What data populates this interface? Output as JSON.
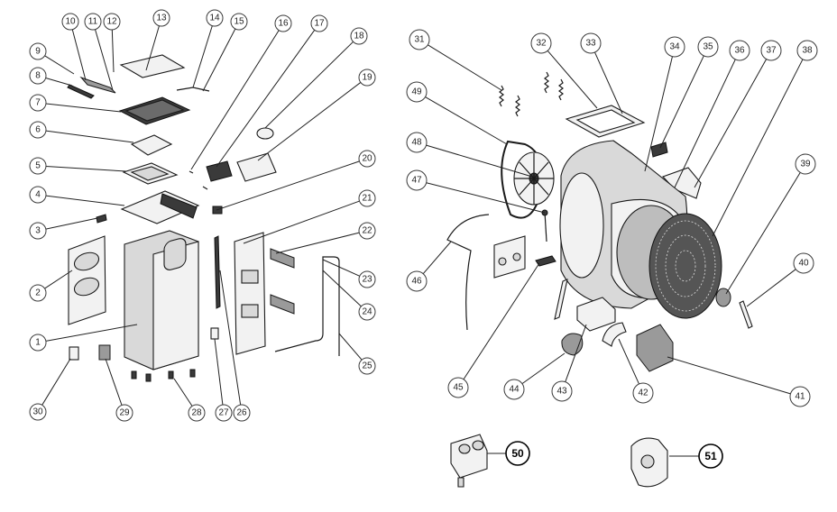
{
  "diagram": {
    "callouts": [
      {
        "id": "1",
        "label": "1"
      },
      {
        "id": "2",
        "label": "2"
      },
      {
        "id": "3",
        "label": "3"
      },
      {
        "id": "4",
        "label": "4"
      },
      {
        "id": "5",
        "label": "5"
      },
      {
        "id": "6",
        "label": "6"
      },
      {
        "id": "7",
        "label": "7"
      },
      {
        "id": "8",
        "label": "8"
      },
      {
        "id": "9",
        "label": "9"
      },
      {
        "id": "10",
        "label": "10"
      },
      {
        "id": "11",
        "label": "11"
      },
      {
        "id": "12",
        "label": "12"
      },
      {
        "id": "13",
        "label": "13"
      },
      {
        "id": "14",
        "label": "14"
      },
      {
        "id": "15",
        "label": "15"
      },
      {
        "id": "16",
        "label": "16"
      },
      {
        "id": "17",
        "label": "17"
      },
      {
        "id": "18",
        "label": "18"
      },
      {
        "id": "19",
        "label": "19"
      },
      {
        "id": "20",
        "label": "20"
      },
      {
        "id": "21",
        "label": "21"
      },
      {
        "id": "22",
        "label": "22"
      },
      {
        "id": "23",
        "label": "23"
      },
      {
        "id": "24",
        "label": "24"
      },
      {
        "id": "25",
        "label": "25"
      },
      {
        "id": "26",
        "label": "26"
      },
      {
        "id": "27",
        "label": "27"
      },
      {
        "id": "28",
        "label": "28"
      },
      {
        "id": "29",
        "label": "29"
      },
      {
        "id": "30",
        "label": "30"
      },
      {
        "id": "31",
        "label": "31"
      },
      {
        "id": "32",
        "label": "32"
      },
      {
        "id": "33",
        "label": "33"
      },
      {
        "id": "34",
        "label": "34"
      },
      {
        "id": "35",
        "label": "35"
      },
      {
        "id": "36",
        "label": "36"
      },
      {
        "id": "37",
        "label": "37"
      },
      {
        "id": "38",
        "label": "38"
      },
      {
        "id": "39",
        "label": "39"
      },
      {
        "id": "40",
        "label": "40"
      },
      {
        "id": "41",
        "label": "41"
      },
      {
        "id": "42",
        "label": "42"
      },
      {
        "id": "43",
        "label": "43"
      },
      {
        "id": "44",
        "label": "44"
      },
      {
        "id": "45",
        "label": "45"
      },
      {
        "id": "46",
        "label": "46"
      },
      {
        "id": "47",
        "label": "47"
      },
      {
        "id": "48",
        "label": "48"
      },
      {
        "id": "49",
        "label": "49"
      },
      {
        "id": "50",
        "label": "50"
      },
      {
        "id": "51",
        "label": "51"
      }
    ]
  }
}
